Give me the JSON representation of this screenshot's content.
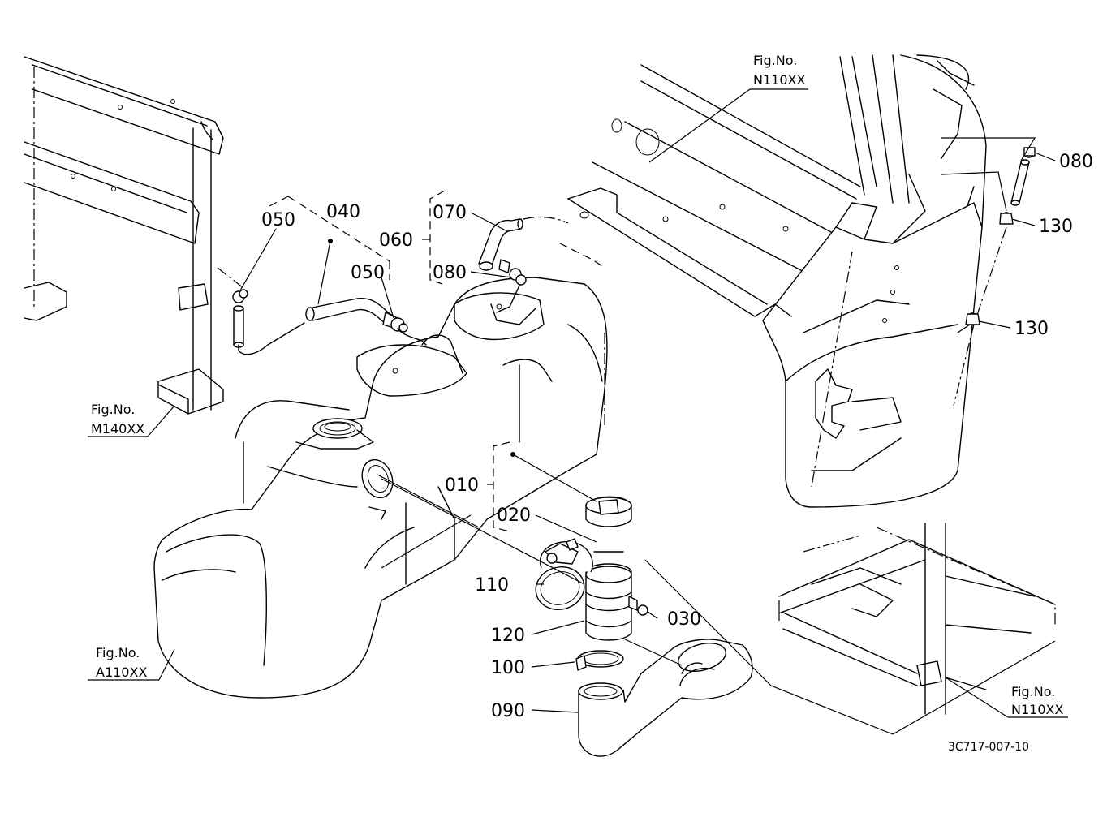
{
  "diagram": {
    "drawing_code": "3C717-007-10",
    "fig_ref_prefix": "Fig.No.",
    "fig_refs": {
      "frame_top": "N110XX",
      "frame_bottom": "N110XX",
      "left_frame": "M140XX",
      "tank": "A110XX"
    },
    "parts": {
      "p010": "010",
      "p020": "020",
      "p030": "030",
      "p040": "040",
      "p050_left": "050",
      "p050_right": "050",
      "p060": "060",
      "p070": "070",
      "p080_mid": "080",
      "p080_right": "080",
      "p090": "090",
      "p100": "100",
      "p110": "110",
      "p120": "120",
      "p130_top": "130",
      "p130_bottom": "130"
    }
  }
}
